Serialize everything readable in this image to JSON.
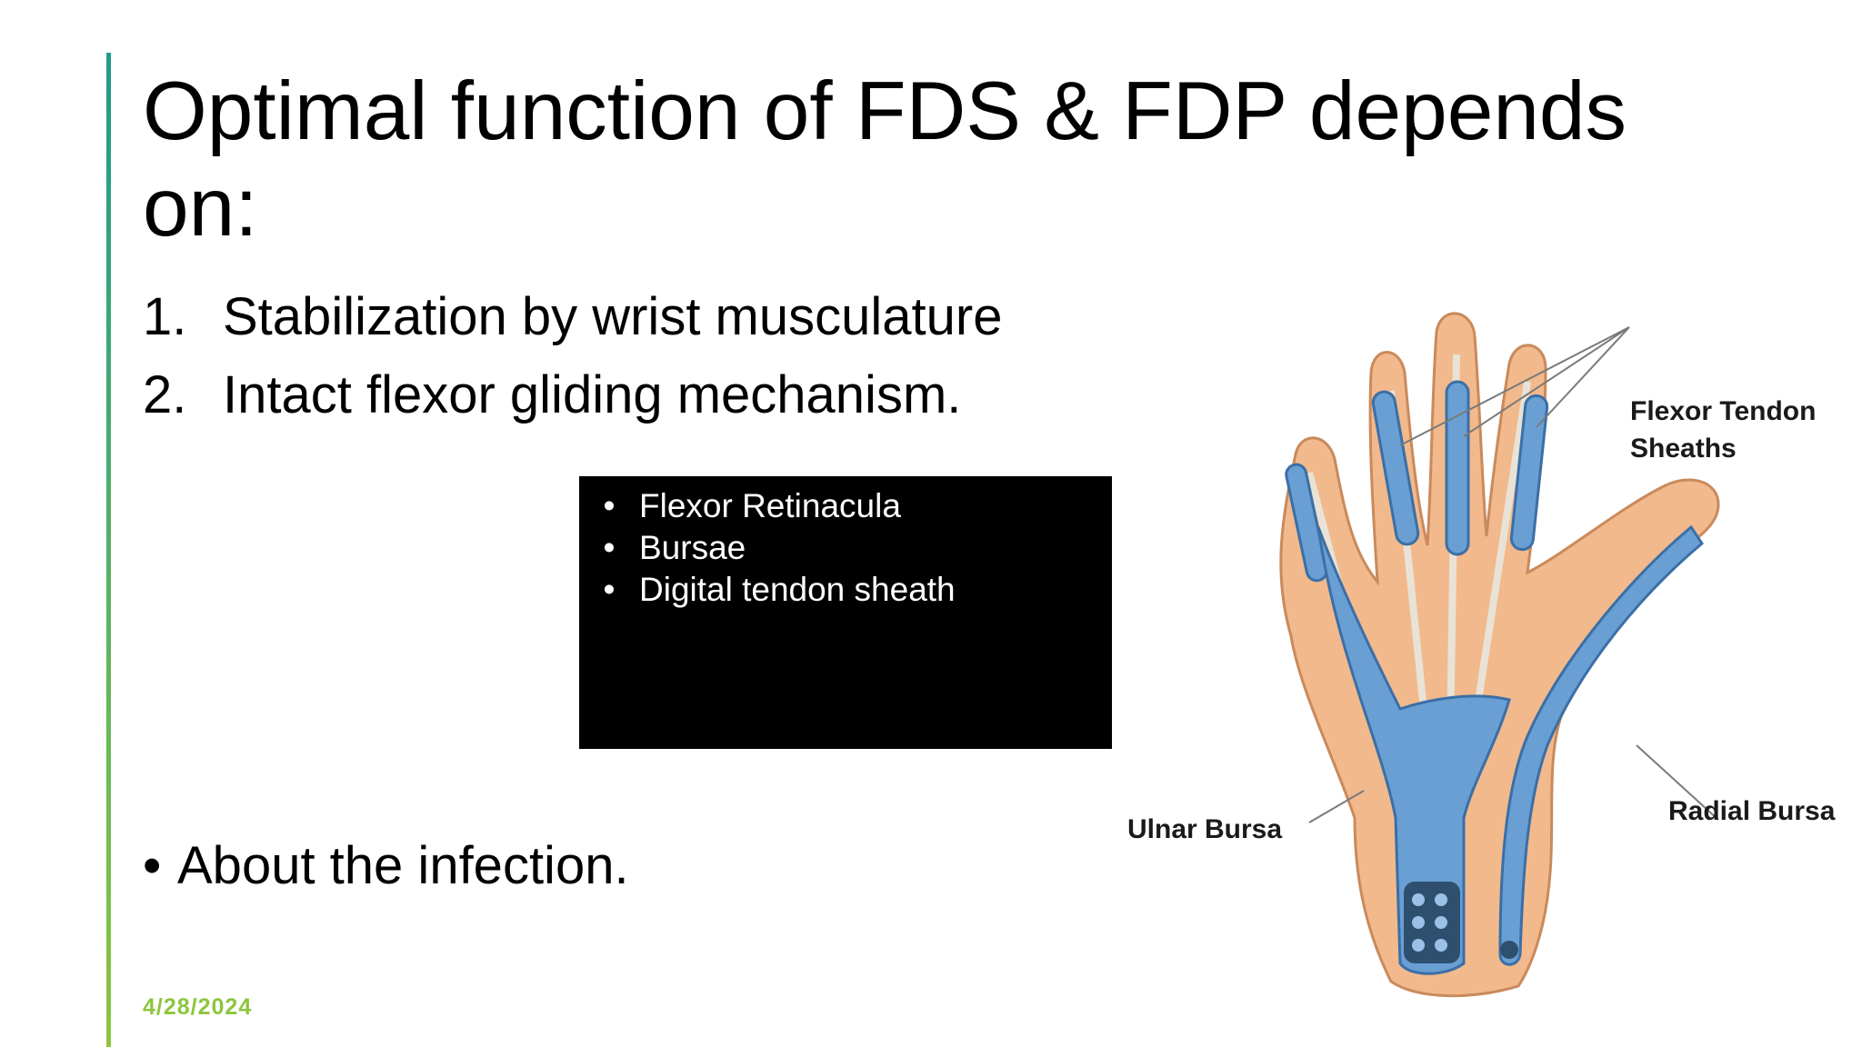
{
  "slide": {
    "title": "Optimal function of FDS & FDP depends on:",
    "numbered_items": [
      {
        "number": "1.",
        "text": "Stabilization by wrist musculature"
      },
      {
        "number": "2.",
        "text": "Intact flexor gliding mechanism."
      }
    ],
    "box_items": [
      {
        "bullet": "•",
        "text": "Flexor Retinacula"
      },
      {
        "bullet": "•",
        "text": "Bursae"
      },
      {
        "bullet": "•",
        "text": "Digital tendon sheath"
      }
    ],
    "bullet_point": {
      "bullet": "•",
      "text": "About the infection."
    },
    "date": "4/28/2024"
  },
  "figure": {
    "labels": {
      "flexor_tendon_line1": "Flexor Tendon",
      "flexor_tendon_line2": "Sheaths",
      "ulnar_bursa": "Ulnar Bursa",
      "radial_bursa": "Radial Bursa"
    }
  },
  "colors": {
    "accent_top": "#1e9b8a",
    "accent_bottom": "#8cc63f",
    "date_color": "#8cc63f",
    "box_bg": "#000000",
    "skin": "#f2b98c",
    "sheath": "#6a9fd4"
  }
}
